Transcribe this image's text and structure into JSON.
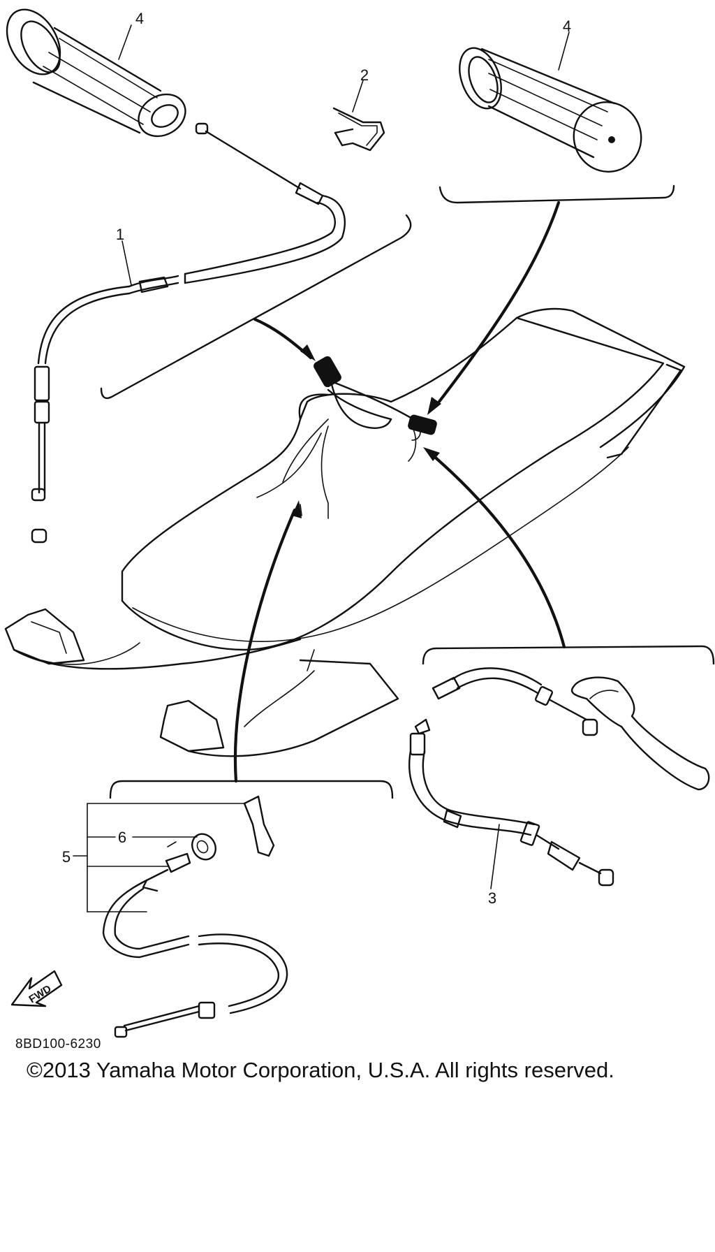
{
  "callouts": {
    "grip_left": "4",
    "grip_right": "4",
    "clip": "2",
    "throttle_cable": "1",
    "brake_cable": "3",
    "choke_assy": "5",
    "choke_part": "6"
  },
  "direction_marker": "FWD",
  "drawing_code": "8BD100-6230",
  "copyright": "©2013 Yamaha Motor Corporation, U.S.A. All rights reserved."
}
